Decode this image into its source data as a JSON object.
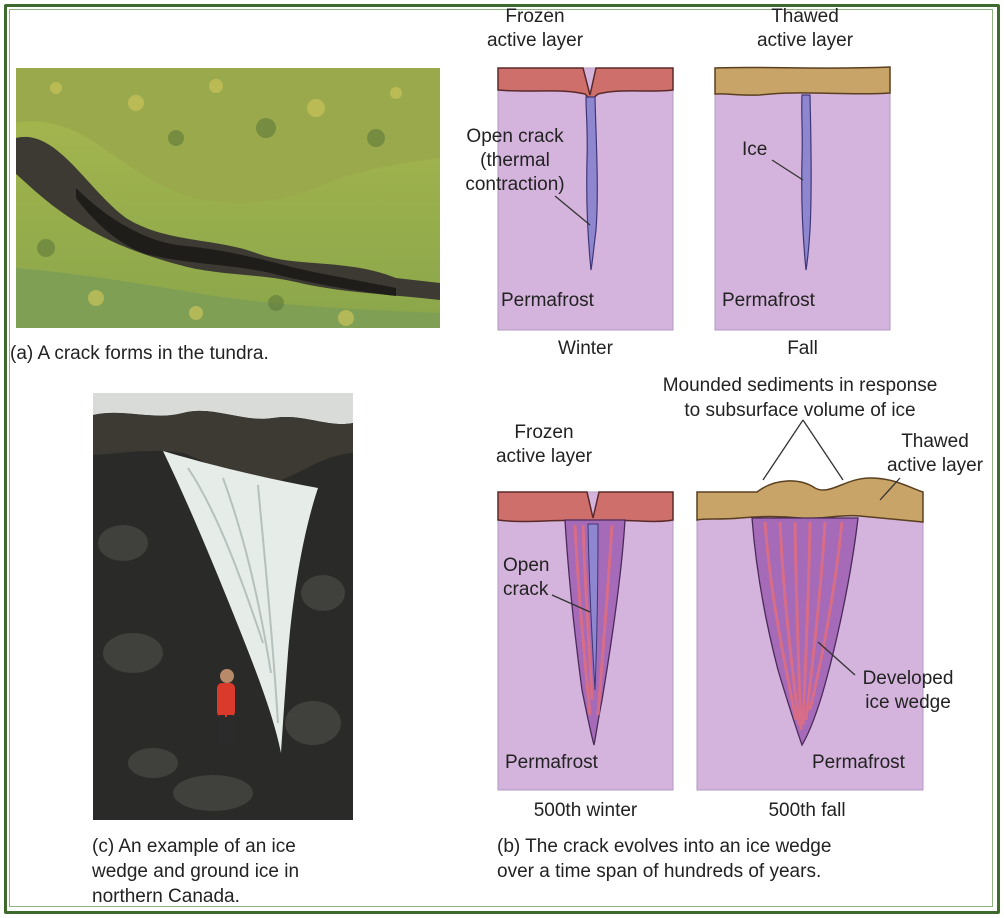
{
  "panel_a": {
    "caption": "(a) A crack forms in the tundra."
  },
  "panel_b": {
    "winter": {
      "top_label_1": "Frozen",
      "top_label_2": "active layer",
      "crack_label_1": "Open crack",
      "crack_label_2": "(thermal",
      "crack_label_3": "contraction)",
      "ground_label": "Permafrost",
      "stage_label": "Winter"
    },
    "fall": {
      "top_label_1": "Thawed",
      "top_label_2": "active layer",
      "ice_label": "Ice",
      "ground_label": "Permafrost",
      "stage_label": "Fall"
    },
    "winter_500": {
      "top_label_1": "Frozen",
      "top_label_2": "active layer",
      "crack_label_1": "Open",
      "crack_label_2": "crack",
      "ground_label": "Permafrost",
      "stage_label": "500th winter"
    },
    "fall_500": {
      "mound_label_1": "Mounded sediments in response",
      "mound_label_2": "to subsurface volume of ice",
      "top_label_1": "Thawed",
      "top_label_2": "active layer",
      "wedge_label_1": "Developed",
      "wedge_label_2": "ice wedge",
      "ground_label": "Permafrost",
      "stage_label": "500th fall"
    },
    "caption_1": "(b) The crack evolves into an ice wedge",
    "caption_2": "over a time span of hundreds of years."
  },
  "panel_c": {
    "caption_1": "(c) An example of an ice",
    "caption_2": "wedge and ground ice in",
    "caption_3": "northern Canada."
  },
  "colors": {
    "frame": "#3f6a2e",
    "permafrost": "#d4b4dc",
    "frozen_layer": "#cf6f6c",
    "thawed_layer": "#c9a468",
    "ice": "#8f86d0",
    "wedge_stripe": "#c05a8a"
  }
}
